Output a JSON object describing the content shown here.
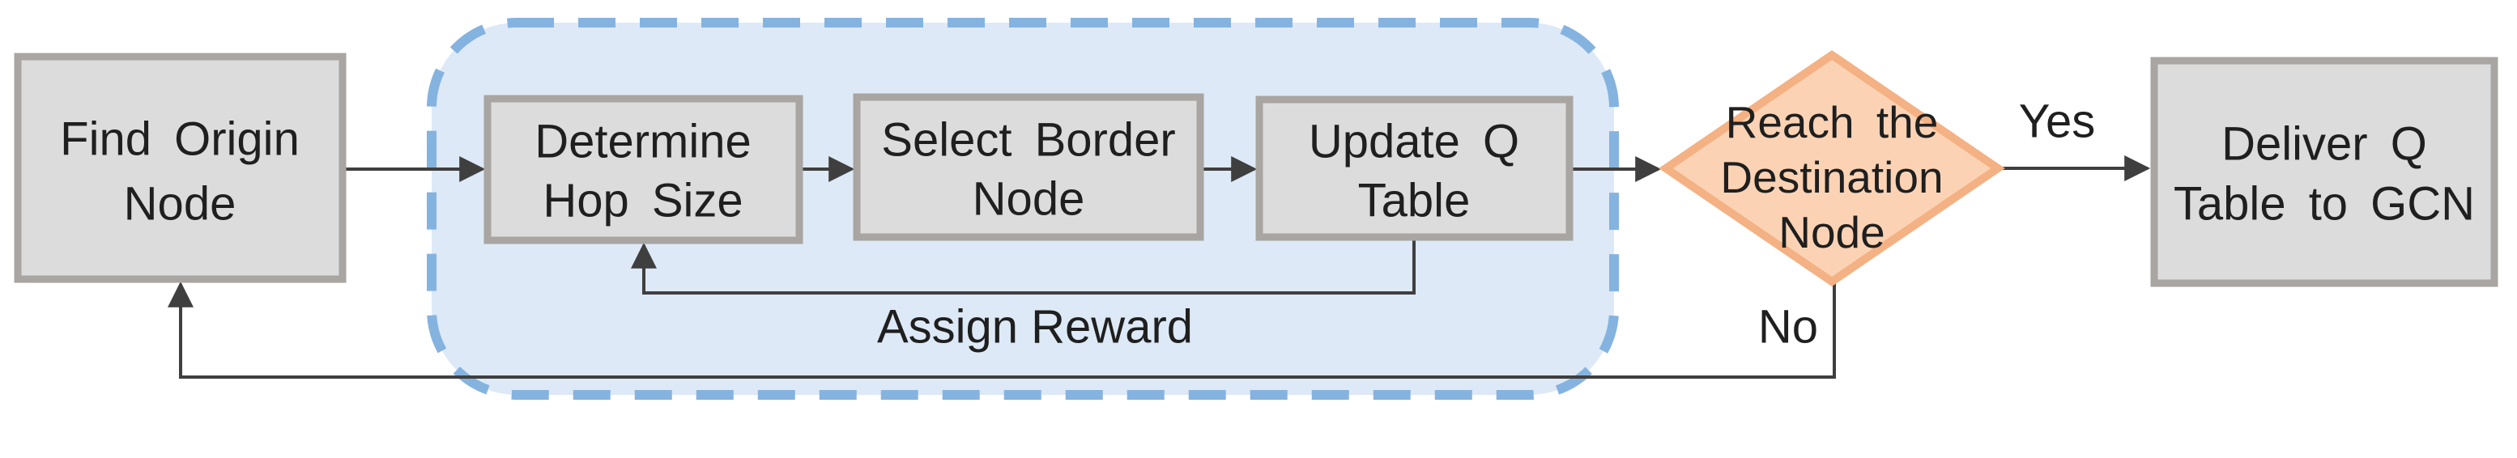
{
  "diagram": {
    "title_hint": "Q-learning routing flowchart",
    "palette": {
      "process_fill": "#dcdcdc",
      "process_border": "#a8a5a2",
      "container_fill": "#dde9f6",
      "container_border": "#85b3e0",
      "decision_fill": "#fbd3b4",
      "decision_border": "#f4b183",
      "line": "#3f3f3f",
      "text": "#1f1f1f"
    },
    "nodes": {
      "find_origin": {
        "type": "process",
        "label": "Find Origin Node",
        "lines": [
          "Find Origin",
          "Node"
        ]
      },
      "determine_hop": {
        "type": "process",
        "label": "Determine Hop Size",
        "lines": [
          "Determine",
          "Hop Size"
        ]
      },
      "select_border": {
        "type": "process",
        "label": "Select Border Node",
        "lines": [
          "Select Border",
          "Node"
        ]
      },
      "update_q": {
        "type": "process",
        "label": "Update Q Table",
        "lines": [
          "Update Q",
          "Table"
        ]
      },
      "decision": {
        "type": "decision",
        "label": "Reach the Destination Node",
        "lines": [
          "Reach the",
          "Destination",
          "Node"
        ]
      },
      "deliver": {
        "type": "process",
        "label": "Deliver Q Table to GCN",
        "lines": [
          "Deliver Q",
          "Table to GCN"
        ]
      }
    },
    "labels": {
      "yes": "Yes",
      "no": "No",
      "assign_reward": "Assign Reward"
    },
    "edges": [
      {
        "from": "find_origin",
        "to": "determine_hop"
      },
      {
        "from": "determine_hop",
        "to": "select_border"
      },
      {
        "from": "select_border",
        "to": "update_q"
      },
      {
        "from": "update_q",
        "to": "decision"
      },
      {
        "from": "decision",
        "to": "deliver",
        "label": "Yes"
      },
      {
        "from": "decision",
        "to": "find_origin",
        "label": "No"
      },
      {
        "from": "update_q",
        "to": "determine_hop",
        "label": "Assign Reward"
      }
    ]
  }
}
